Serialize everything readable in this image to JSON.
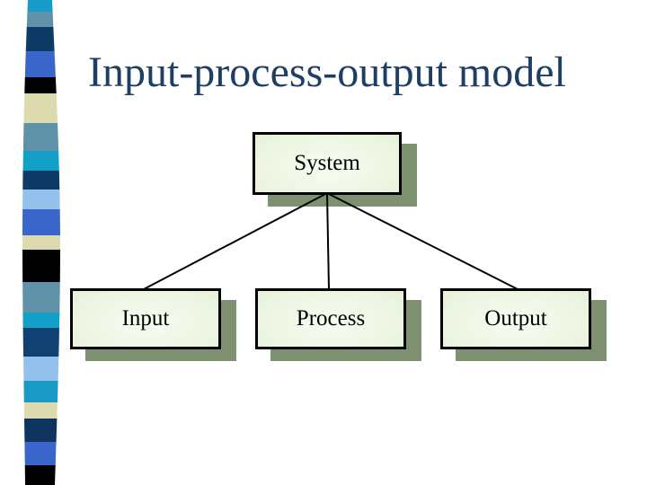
{
  "slide": {
    "title": "Input-process-output model"
  },
  "diagram": {
    "nodes": {
      "system": "System",
      "input": "Input",
      "process": "Process",
      "output": "Output"
    },
    "edges": [
      {
        "from": "system",
        "to": "input"
      },
      {
        "from": "system",
        "to": "process"
      },
      {
        "from": "system",
        "to": "output"
      }
    ],
    "colors": {
      "title_text": "#1e3e63",
      "box_border": "#000000",
      "box_fill_center": "#f8fcf3",
      "box_fill_edge": "#cde3ba",
      "box_shadow": "#7d9170",
      "connector": "#000000"
    }
  },
  "ribbon": {
    "bands": [
      {
        "color": "#169cc8",
        "height": 13
      },
      {
        "color": "#5f92a8",
        "height": 17
      },
      {
        "color": "#0e3a66",
        "height": 27
      },
      {
        "color": "#3a66cc",
        "height": 29
      },
      {
        "color": "#000000",
        "height": 18
      },
      {
        "color": "#dedab0",
        "height": 33
      },
      {
        "color": "#5f92a8",
        "height": 31
      },
      {
        "color": "#12a0c8",
        "height": 22
      },
      {
        "color": "#0e3a66",
        "height": 21
      },
      {
        "color": "#94c2ec",
        "height": 22
      },
      {
        "color": "#3a66cc",
        "height": 29
      },
      {
        "color": "#dedab0",
        "height": 16
      },
      {
        "color": "#000000",
        "height": 36
      },
      {
        "color": "#5f92a8",
        "height": 34
      },
      {
        "color": "#12a0c8",
        "height": 17
      },
      {
        "color": "#114173",
        "height": 32
      },
      {
        "color": "#94c2ec",
        "height": 27
      },
      {
        "color": "#1899c6",
        "height": 24
      },
      {
        "color": "#dedab0",
        "height": 18
      },
      {
        "color": "#0e3560",
        "height": 26
      },
      {
        "color": "#3a66cc",
        "height": 26
      },
      {
        "color": "#000000",
        "height": 22
      }
    ]
  }
}
